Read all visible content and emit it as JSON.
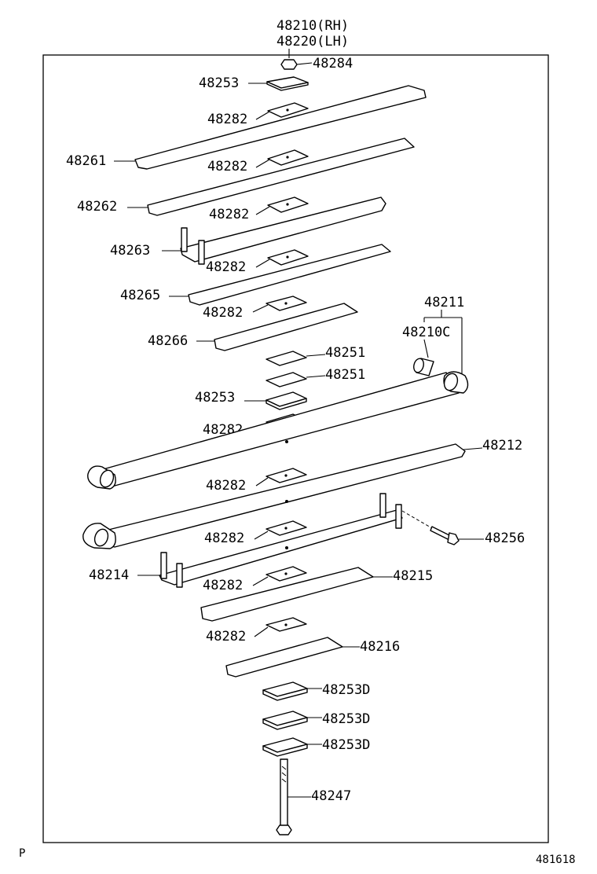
{
  "assembly": {
    "rh": "48210(RH)",
    "lh": "48220(LH)"
  },
  "callouts": {
    "p48284": "48284",
    "p48253_top": "48253",
    "p48282_1": "48282",
    "p48261": "48261",
    "p48282_2": "48282",
    "p48262": "48262",
    "p48282_3": "48282",
    "p48263": "48263",
    "p48282_4": "48282",
    "p48265": "48265",
    "p48282_5": "48282",
    "p48266": "48266",
    "p48211": "48211",
    "p48210C": "48210C",
    "p48251_a": "48251",
    "p48251_b": "48251",
    "p48253_mid": "48253",
    "p48282_6": "48282",
    "p48212": "48212",
    "p48282_7": "48282",
    "p48282_8": "48282",
    "p48256": "48256",
    "p48214": "48214",
    "p48282_9": "48282",
    "p48215": "48215",
    "p48282_10": "48282",
    "p48216": "48216",
    "p48253D_a": "48253D",
    "p48253D_b": "48253D",
    "p48253D_c": "48253D",
    "p48247": "48247"
  },
  "footer": {
    "left_code": "P",
    "ref_number": "481618"
  }
}
